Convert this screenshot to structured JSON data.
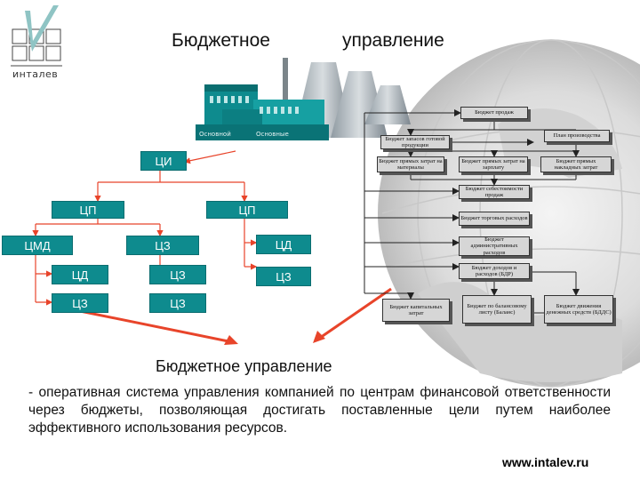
{
  "title": {
    "left": "Бюджетное",
    "right": "управление"
  },
  "logo": {
    "text": "инталев"
  },
  "plant_labels": [
    "Основной",
    "Основные"
  ],
  "centers": {
    "ci": "ЦИ",
    "cp_left": "ЦП",
    "cp_right": "ЦП",
    "cmd": "ЦМД",
    "cz_mid": "ЦЗ",
    "cd_right": "ЦД",
    "cd_left": "ЦД",
    "cz_b1": "ЦЗ",
    "cz_right": "ЦЗ",
    "cz_l3": "ЦЗ",
    "cz_b2": "ЦЗ"
  },
  "budgets": {
    "sales": "Бюджет продаж",
    "stock": "Бюджет запасов готовой продукции",
    "production_plan": "План производства",
    "direct_materials": "Бюджет прямых затрат на материалы",
    "direct_labor": "Бюджет прямых затрат на зарплату",
    "overhead": "Бюджет прямых накладных затрат",
    "cost_of_sales": "Бюджет себестоимости продаж",
    "selling_expenses": "Бюджет торговых расходов",
    "admin_expenses": "Бюджет административных расходов",
    "income_expense": "Бюджет доходов и расходов (БДР)",
    "capex": "Бюджет капитальных затрат",
    "balance": "Бюджет по балансовому листу (Баланс)",
    "cash_flow": "Бюджет движения денежных средств (БДДС)"
  },
  "heading": "Бюджетное управление",
  "paragraph": "- оперативная система управления компанией по центрам финансовой ответственности через бюджеты, позволяющая достигать поставленные цели путем наиболее эффективного использования ресурсов.",
  "url": "www.intalev.ru",
  "colors": {
    "center_fill": "#0e8b8e",
    "arrow": "#e8442a",
    "budget_fill": "#d6d6d6"
  }
}
